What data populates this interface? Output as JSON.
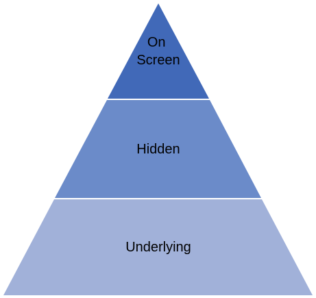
{
  "pyramid": {
    "levels": [
      {
        "lines": [
          "On",
          "Screen"
        ],
        "fill": "#4169b8"
      },
      {
        "lines": [
          "Hidden"
        ],
        "fill": "#6b8bc9"
      },
      {
        "lines": [
          "Underlying"
        ],
        "fill": "#a1b1d9"
      }
    ],
    "separator_color": "#ffffff"
  }
}
